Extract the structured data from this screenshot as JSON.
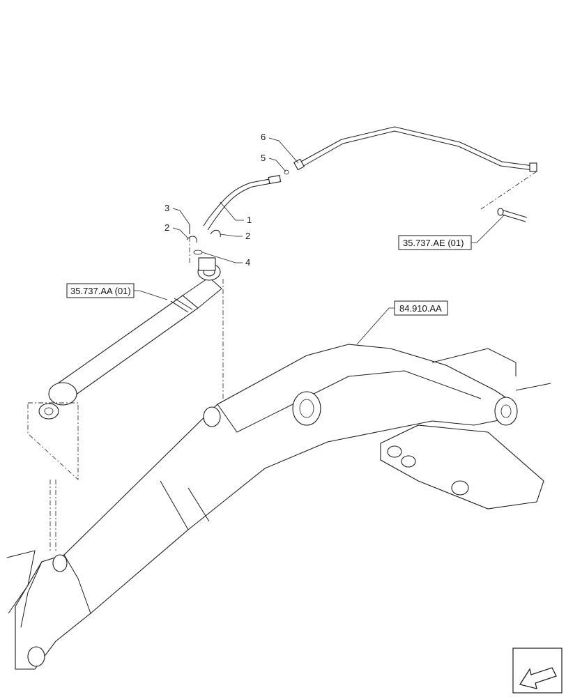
{
  "callouts": {
    "c1": "1",
    "c2a": "2",
    "c2b": "2",
    "c3": "3",
    "c4": "4",
    "c5": "5",
    "c6": "6"
  },
  "references": {
    "ref_ae": "35.737.AE (01)",
    "ref_aa": "35.737.AA (01)",
    "ref_910": "84.910.AA"
  },
  "icons": {
    "nav": "view-direction-arrow-icon"
  }
}
